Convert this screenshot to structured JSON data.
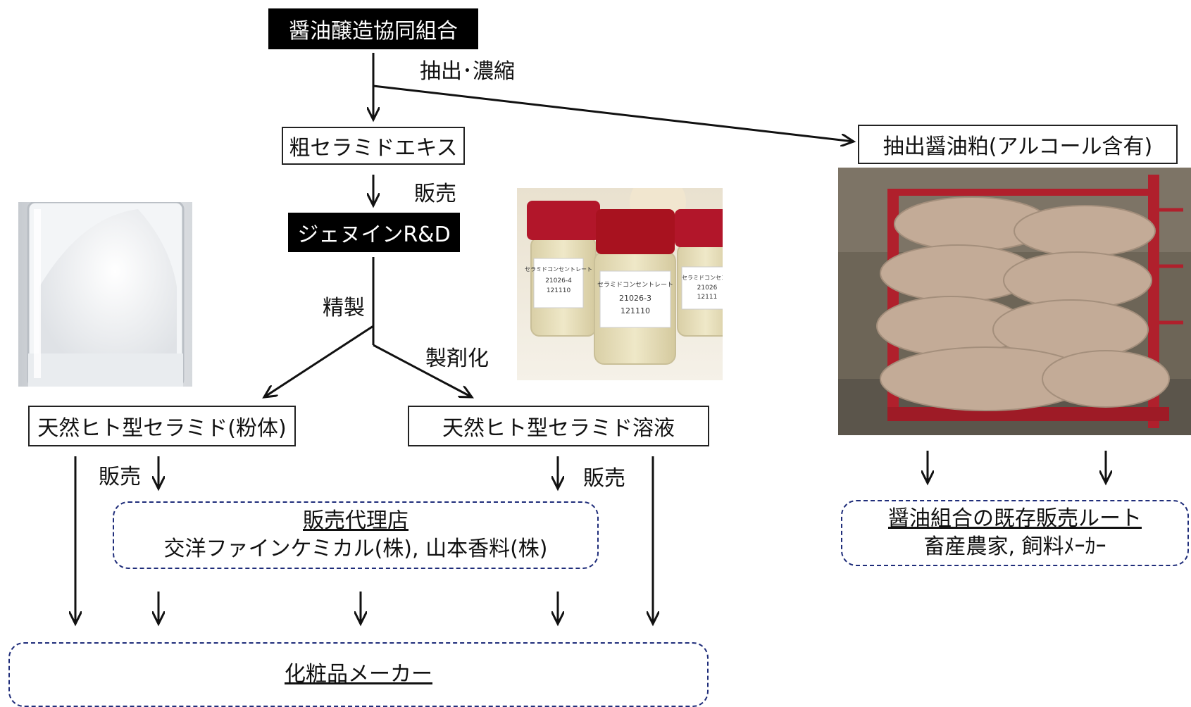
{
  "nodes": {
    "coop": "醤油醸造協同組合",
    "crude": "粗セラミドエキス",
    "genuine": "ジェヌインR&D",
    "powder": "天然ヒト型セラミド(粉体)",
    "solution": "天然ヒト型セラミド溶液",
    "residue": "抽出醤油粕(アルコール含有)"
  },
  "edges": {
    "extract": "抽出･濃縮",
    "sale1": "販売",
    "refine": "精製",
    "formulate": "製剤化",
    "sale2": "販売",
    "sale3": "販売"
  },
  "agency": {
    "title": "販売代理店",
    "names": "交洋ファインケミカル(株), 山本香料(株)"
  },
  "cosmetics": {
    "title": "化粧品メーカー"
  },
  "route": {
    "title": "醤油組合の既存販売ルート",
    "names": "畜産農家, 飼料ﾒｰｶｰ"
  },
  "photo_labels": {
    "bottle1": "セラミドコンセントレート",
    "bottle1_code": "21026-4",
    "bottle1_date": "121110",
    "bottle2": "セラミドコンセントレート",
    "bottle2_code": "21026-3",
    "bottle2_date": "121110",
    "bottle3": "セラミドコンセント",
    "bottle3_code": "21026",
    "bottle3_date": "12111"
  },
  "colors": {
    "dashed_border": "#1f2d7a",
    "cap_red": "#b2162a",
    "cart_red": "#b0202c",
    "bag": "#c3ab97"
  }
}
